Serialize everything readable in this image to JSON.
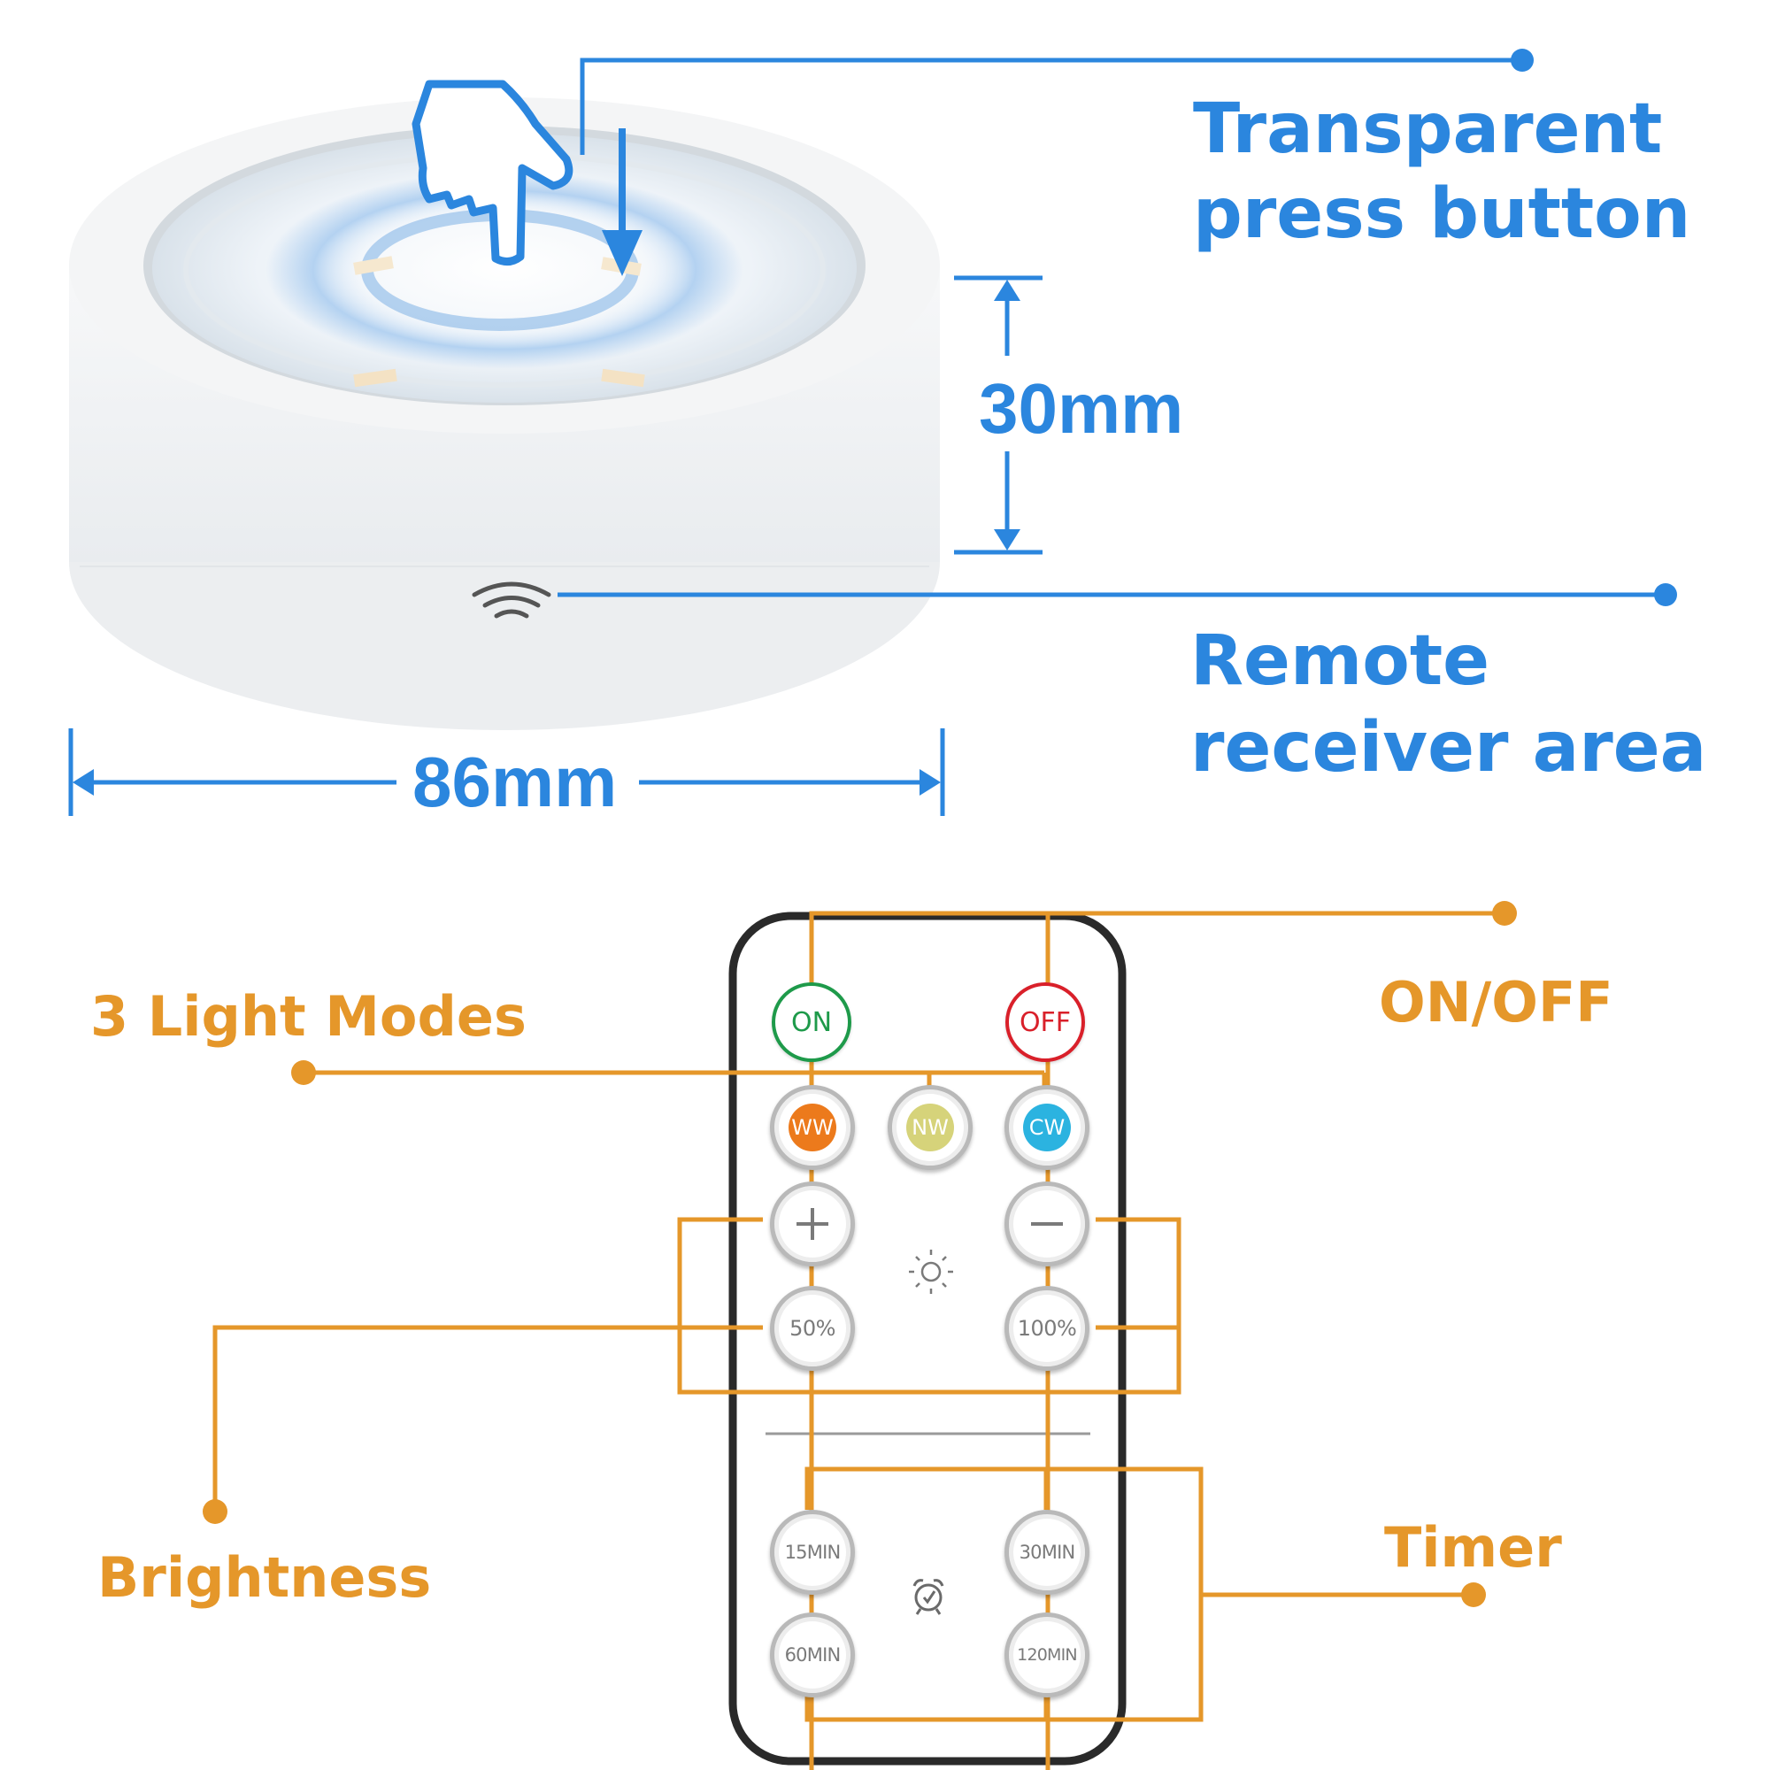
{
  "light_labels": {
    "press_button": [
      "Transparent",
      "press button"
    ],
    "receiver": [
      "Remote",
      "receiver area"
    ],
    "height": "30mm",
    "width": "86mm"
  },
  "remote_labels": {
    "modes": "3 Light Modes",
    "on_off": "ON/OFF",
    "brightness": "Brightness",
    "timer": "Timer"
  },
  "remote_buttons": {
    "on": "ON",
    "off": "OFF",
    "ww": "WW",
    "nw": "NW",
    "cw": "CW",
    "pct50": "50%",
    "pct100": "100%",
    "min15": "15MIN",
    "min30": "30MIN",
    "min60": "60MIN",
    "min120": "120MIN"
  },
  "colors": {
    "blue_accent": "#2b86de",
    "orange_accent": "#e5972a",
    "on_green": "#1e9a4a",
    "off_red": "#d9202a",
    "ww_orange": "#ec7a1c",
    "nw_yellow": "#d6d37a",
    "cw_cyan": "#2bb3e0"
  },
  "icons": [
    "pointing-hand-icon",
    "down-arrow-icon",
    "wireless-signal-icon",
    "plus-icon",
    "minus-icon",
    "sun-icon",
    "alarm-clock-icon"
  ]
}
